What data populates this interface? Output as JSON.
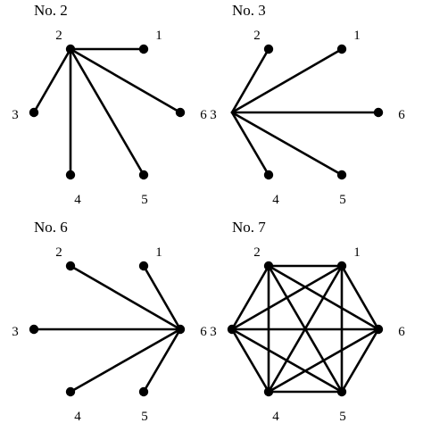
{
  "panels": [
    {
      "title": "No. 2",
      "nodes": [
        {
          "id": "1",
          "label": "1"
        },
        {
          "id": "2",
          "label": "2"
        },
        {
          "id": "3",
          "label": "3"
        },
        {
          "id": "4",
          "label": "4"
        },
        {
          "id": "5",
          "label": "5"
        },
        {
          "id": "6",
          "label": "6"
        }
      ],
      "visible_nodes": [
        "1",
        "2",
        "3",
        "4",
        "5",
        "6"
      ],
      "edges": [
        [
          "2",
          "1"
        ],
        [
          "2",
          "3"
        ],
        [
          "2",
          "4"
        ],
        [
          "2",
          "5"
        ],
        [
          "2",
          "6"
        ]
      ]
    },
    {
      "title": "No. 3",
      "nodes": [
        {
          "id": "1",
          "label": "1"
        },
        {
          "id": "2",
          "label": "2"
        },
        {
          "id": "3",
          "label": "3"
        },
        {
          "id": "4",
          "label": "4"
        },
        {
          "id": "5",
          "label": "5"
        },
        {
          "id": "6",
          "label": "6"
        }
      ],
      "visible_nodes": [
        "1",
        "2",
        "4",
        "5",
        "6"
      ],
      "edges": [
        [
          "3",
          "1"
        ],
        [
          "3",
          "2"
        ],
        [
          "3",
          "4"
        ],
        [
          "3",
          "5"
        ],
        [
          "3",
          "6"
        ]
      ]
    },
    {
      "title": "No. 6",
      "nodes": [
        {
          "id": "1",
          "label": "1"
        },
        {
          "id": "2",
          "label": "2"
        },
        {
          "id": "3",
          "label": "3"
        },
        {
          "id": "4",
          "label": "4"
        },
        {
          "id": "5",
          "label": "5"
        },
        {
          "id": "6",
          "label": "6"
        }
      ],
      "visible_nodes": [
        "1",
        "2",
        "3",
        "4",
        "5",
        "6"
      ],
      "edges": [
        [
          "6",
          "1"
        ],
        [
          "6",
          "2"
        ],
        [
          "6",
          "3"
        ],
        [
          "6",
          "4"
        ],
        [
          "6",
          "5"
        ]
      ]
    },
    {
      "title": "No. 7",
      "nodes": [
        {
          "id": "1",
          "label": "1"
        },
        {
          "id": "2",
          "label": "2"
        },
        {
          "id": "3",
          "label": "3"
        },
        {
          "id": "4",
          "label": "4"
        },
        {
          "id": "5",
          "label": "5"
        },
        {
          "id": "6",
          "label": "6"
        }
      ],
      "visible_nodes": [
        "1",
        "2",
        "3",
        "4",
        "5",
        "6"
      ],
      "edges": [
        [
          "1",
          "2"
        ],
        [
          "1",
          "3"
        ],
        [
          "1",
          "4"
        ],
        [
          "1",
          "5"
        ],
        [
          "1",
          "6"
        ],
        [
          "2",
          "3"
        ],
        [
          "2",
          "4"
        ],
        [
          "2",
          "5"
        ],
        [
          "2",
          "6"
        ],
        [
          "3",
          "4"
        ],
        [
          "3",
          "5"
        ],
        [
          "3",
          "6"
        ],
        [
          "4",
          "5"
        ],
        [
          "4",
          "6"
        ],
        [
          "5",
          "6"
        ]
      ]
    }
  ]
}
